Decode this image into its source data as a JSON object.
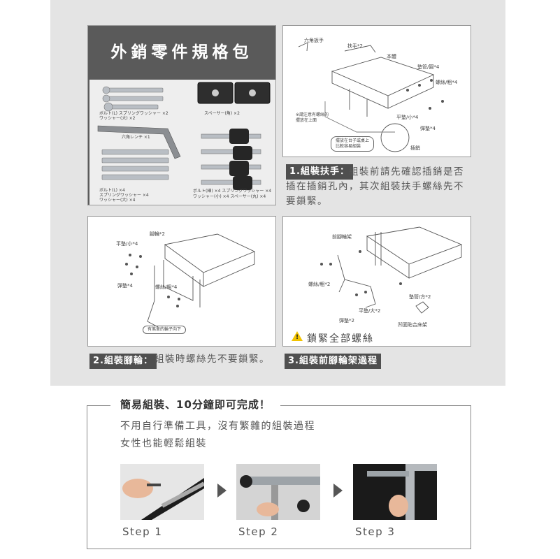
{
  "parts_panel": {
    "title": "外銷零件規格包",
    "labels": {
      "bolt_set1_a": "ボルト(L)   スプリングワッシャー ×2",
      "bolt_set1_b": "ワッシャー(大) ×2",
      "hex_wrench": "六角レンチ ×1",
      "spacer_square": "スペーサー(角) ×2",
      "bolt_set2_a": "ボルト(L)       ×4",
      "bolt_set2_b": "スプリングワッシャー ×4",
      "bolt_set2_c": "ワッシャー(大) ×4",
      "bolt_set3_a": "ボルト(細)   ×4  スプリングワッシャー ×4",
      "bolt_set3_b": "ワッシャー(小) ×4  スペーサー(丸)    ×4"
    }
  },
  "diagram1": {
    "hex_wrench": "六角扳手",
    "handle": "扶手*2",
    "body": "本體",
    "tube_round": "墊管/圓*4",
    "screw_thick": "螺絲/粗*4",
    "note": "※請注意有螺絲的\n擺放在上面",
    "flat_washer_small": "平墊/小*4",
    "spring_washer": "彈墊*4",
    "tip": "擺放在台子或桌上\n比較容易組裝",
    "pin": "插銷"
  },
  "step1": {
    "label": "1.組裝扶手：",
    "text": "組裝前請先確認插銷是否插在插銷孔內，其次組裝扶手螺絲先不要鎖緊。"
  },
  "diagram2": {
    "caster": "腳輪*2",
    "flat_washer_small": "平墊/小*4",
    "spring_washer": "彈墊*4",
    "screw_thick": "螺絲/粗*4",
    "note": "有煞車的輪子向下"
  },
  "step2": {
    "label": "2.組裝腳輪：",
    "text": "組裝時螺絲先不要鎖緊。"
  },
  "diagram3": {
    "front_frame": "前腳輪架",
    "screw_thick": "螺絲/粗*2",
    "tube_square": "墊管/方*2",
    "flat_washer_large": "平墊/大*2",
    "spring_washer": "彈墊*2",
    "concave_note": "凹面貼合床架"
  },
  "step3": {
    "warning": "鎖緊全部螺絲",
    "label": "3.組裝前腳輪架過程"
  },
  "easy": {
    "title": "簡易組裝、10分鐘即可完成！",
    "line1": "不用自行準備工具，沒有繁雜的組裝過程",
    "line2": "女性也能輕鬆組裝",
    "steps": [
      "Step 1",
      "Step 2",
      "Step 3"
    ]
  }
}
